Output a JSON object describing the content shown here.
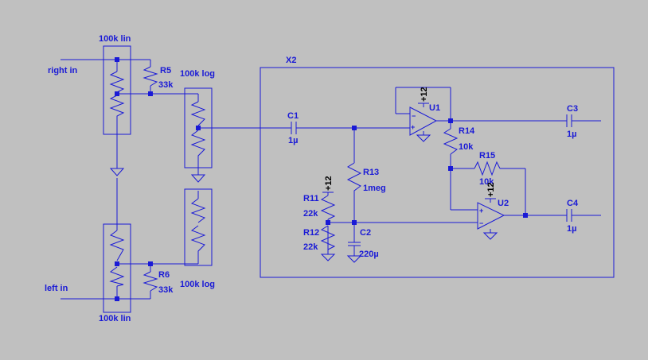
{
  "labels": {
    "right_in": "right in",
    "left_in": "left in",
    "pot_top_lin": "100k lin",
    "pot_bottom_lin": "100k lin",
    "pot_top_log": "100k log",
    "pot_bottom_log": "100k log",
    "subcircuit": "X2"
  },
  "components": {
    "R5": {
      "name": "R5",
      "value": "33k"
    },
    "R6": {
      "name": "R6",
      "value": "33k"
    },
    "C1": {
      "name": "C1",
      "value": "1µ"
    },
    "C2": {
      "name": "C2",
      "value": "220µ"
    },
    "C3": {
      "name": "C3",
      "value": "1µ"
    },
    "C4": {
      "name": "C4",
      "value": "1µ"
    },
    "R11": {
      "name": "R11",
      "value": "22k"
    },
    "R12": {
      "name": "R12",
      "value": "22k"
    },
    "R13": {
      "name": "R13",
      "value": "1meg"
    },
    "R14": {
      "name": "R14",
      "value": "10k"
    },
    "R15": {
      "name": "R15",
      "value": "10k"
    },
    "U1": {
      "name": "U1",
      "supply": "+12"
    },
    "U2": {
      "name": "U2",
      "supply": "+12"
    },
    "R11_supply": "+12"
  },
  "colors": {
    "background": "#c0c0c0",
    "wire": "#1a1ad6",
    "power_label": "#000000"
  }
}
